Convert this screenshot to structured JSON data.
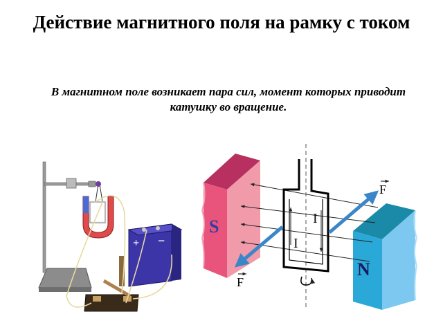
{
  "slide": {
    "title": "Действие магнитного поля на рамку с током",
    "subtitle": "В магнитном поле возникает пара сил, момент которых приводит катушку во вращение."
  },
  "diagram": {
    "pole_south": "S",
    "pole_north": "N",
    "force_label_top": "F",
    "force_label_bottom": "F",
    "current_label_right": "I",
    "current_label_left": "I"
  },
  "colors": {
    "magnet_south": "#e8547c",
    "magnet_north": "#2aa8d8",
    "force_arrow": "#3a86c8",
    "battery": "#3b35a8"
  }
}
